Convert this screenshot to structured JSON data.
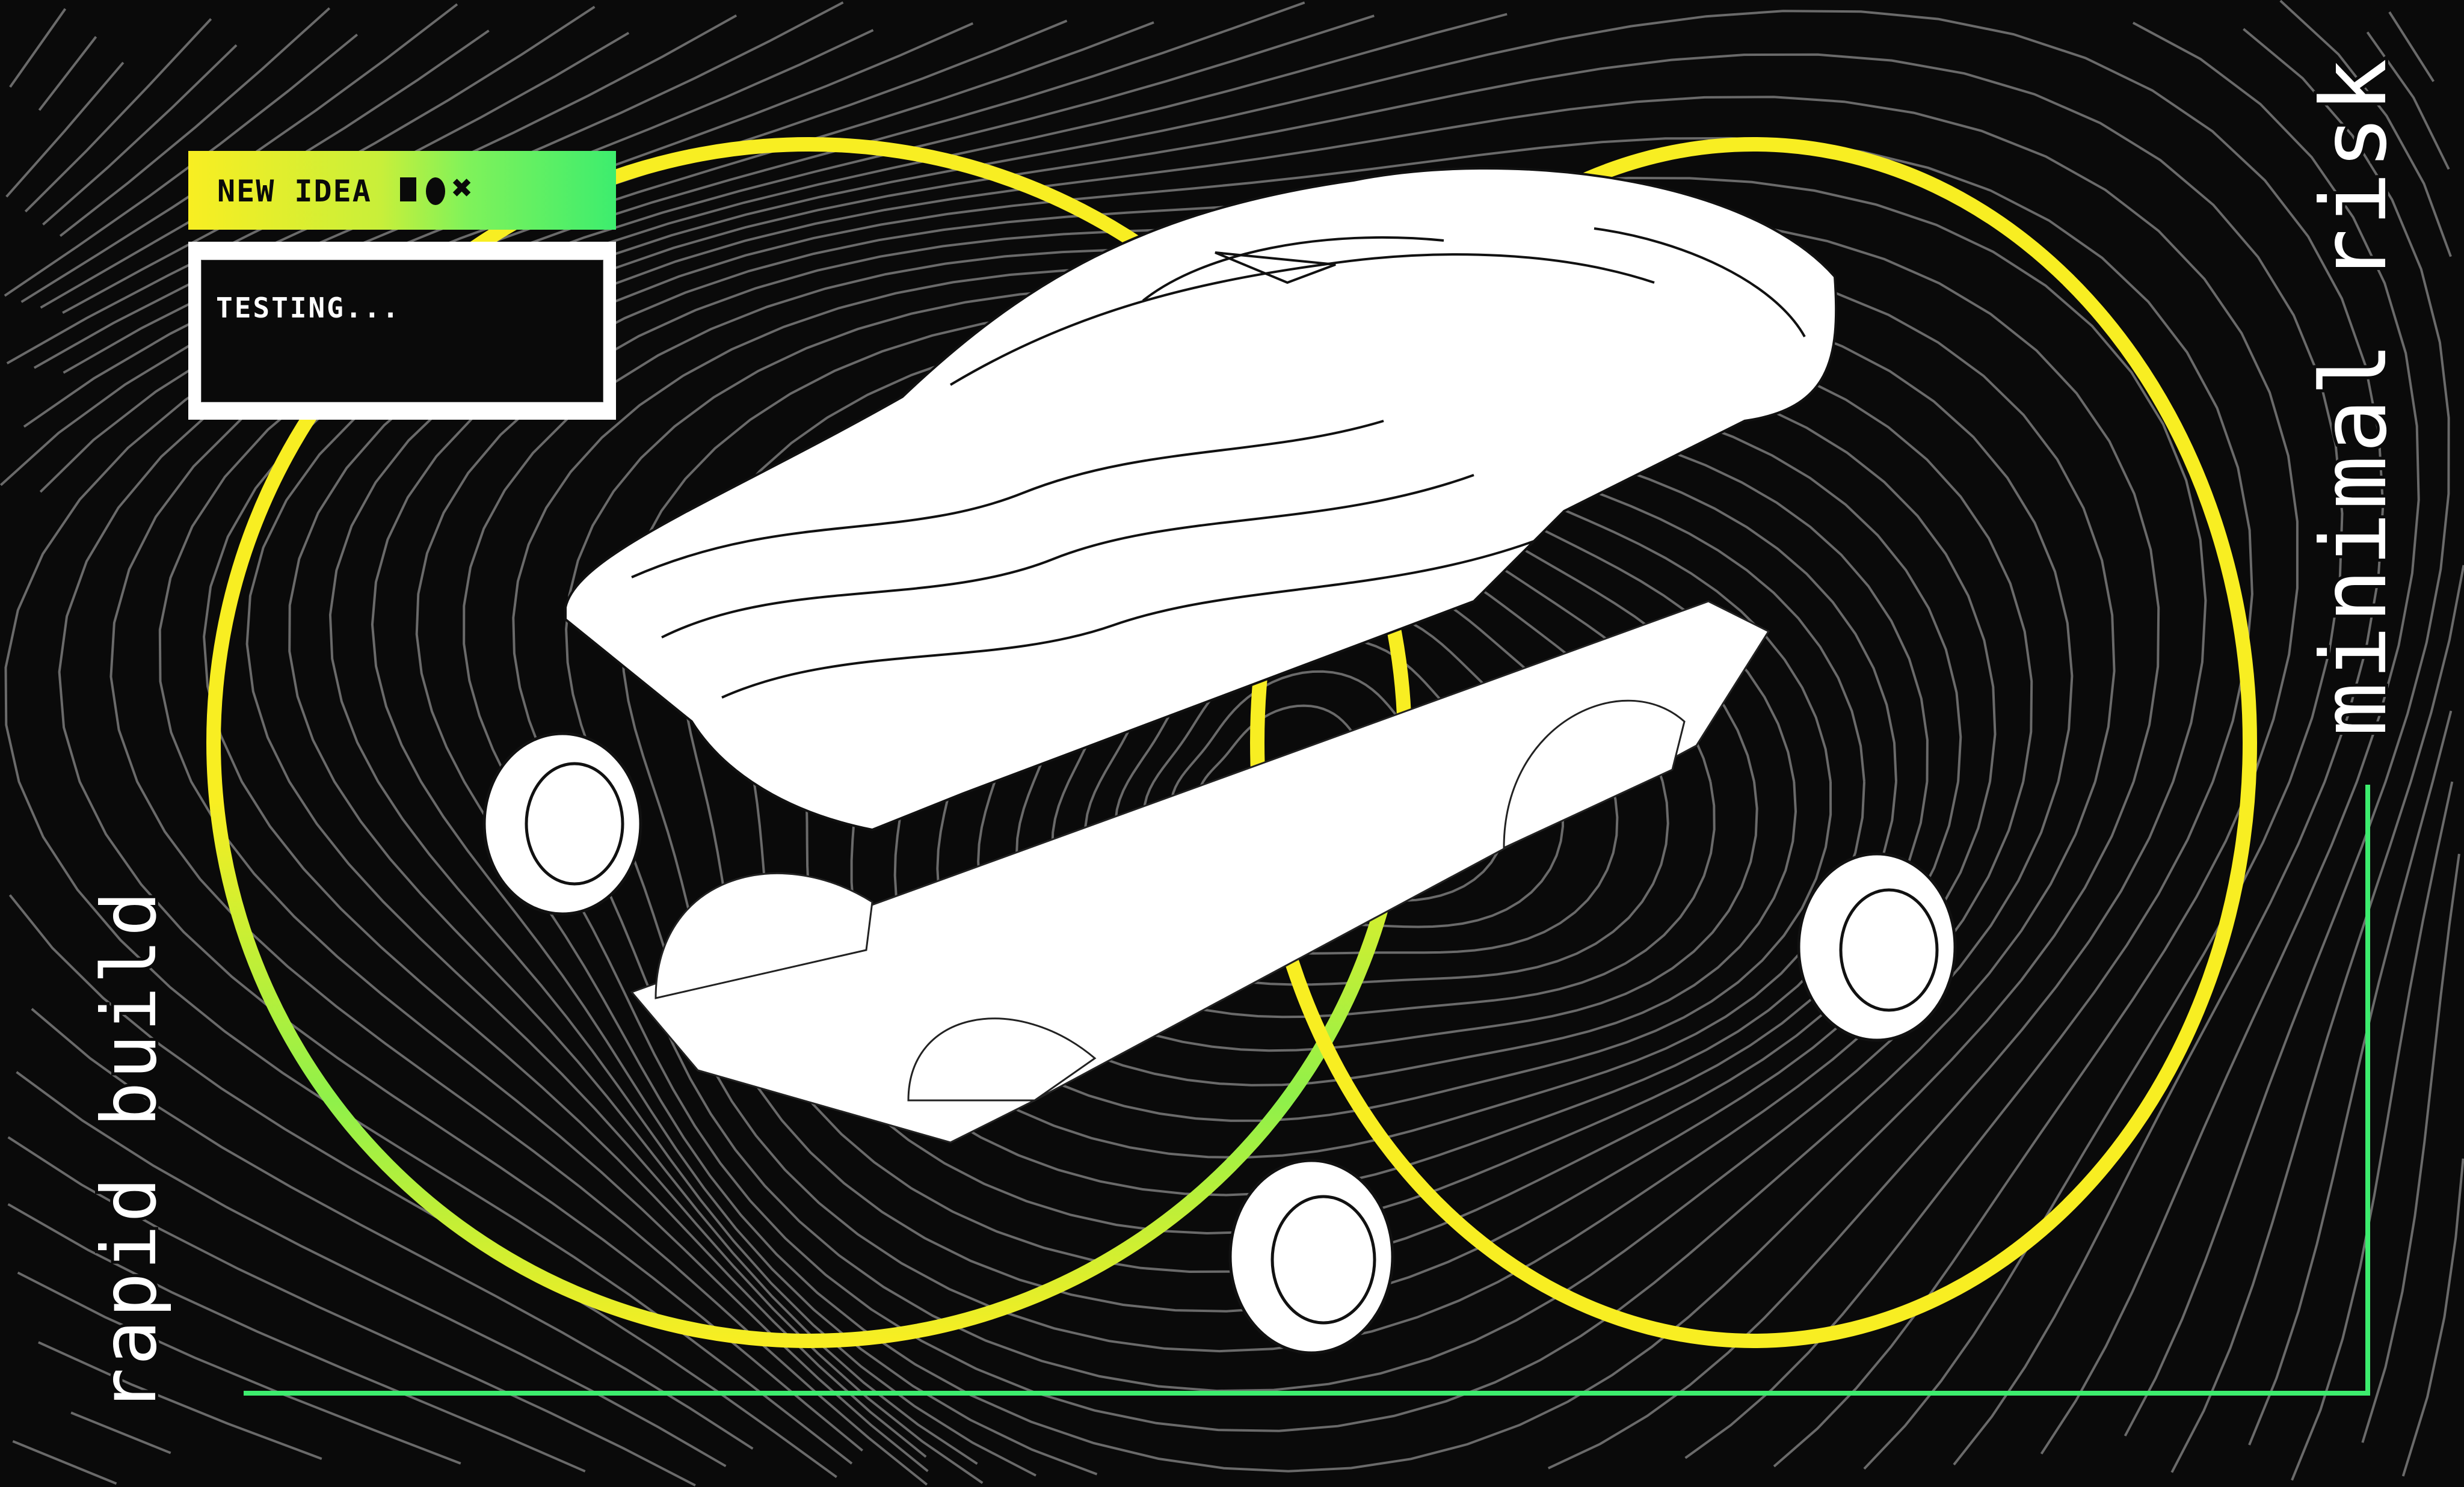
{
  "window": {
    "title": "NEW IDEA",
    "controls": [
      "square-icon",
      "circle-icon",
      "close-icon"
    ],
    "close_glyph": "✖",
    "body_text": "TESTING..."
  },
  "taglines": {
    "right": "minimal risk",
    "left": "rapid build"
  },
  "colors": {
    "background": "#0a0a0a",
    "lines": "#6a6a6a",
    "ring_yellow": "#f8ee22",
    "ring_green": "#8ff04a",
    "frame_green": "#3ded6e",
    "car": "#ffffff"
  }
}
